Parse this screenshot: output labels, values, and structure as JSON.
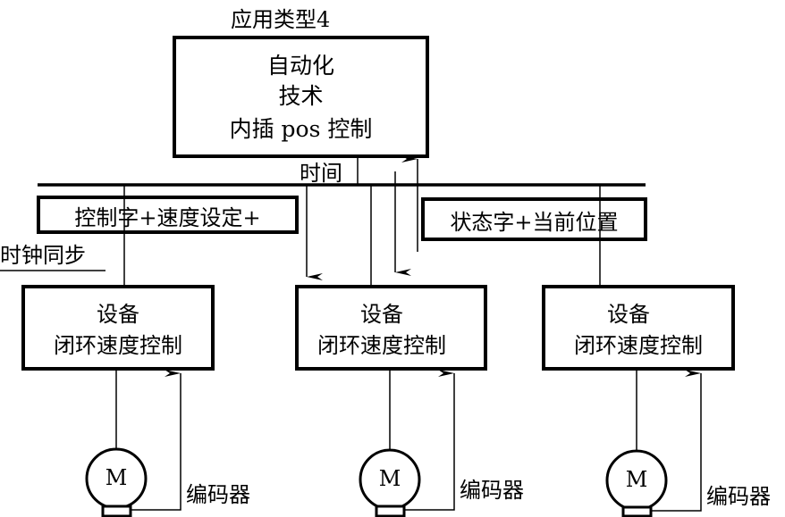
{
  "title": "应用类型4",
  "controller": {
    "lines": [
      "自动化",
      "技术",
      "内插 pos 控制"
    ]
  },
  "bus": {
    "time_label": "时间",
    "control_word_label": "控制字+速度设定+",
    "clock_sync_label": "时钟同步",
    "status_word_label": "状态字+当前位置"
  },
  "devices": [
    {
      "line1": "设备",
      "line2": "闭环速度控制",
      "motor": "M",
      "encoder": "编码器"
    },
    {
      "line1": "设备",
      "line2": "闭环速度控制",
      "motor": "M",
      "encoder": "编码器"
    },
    {
      "line1": "设备",
      "line2": "闭环速度控制",
      "motor": "M",
      "encoder": "编码器"
    }
  ]
}
